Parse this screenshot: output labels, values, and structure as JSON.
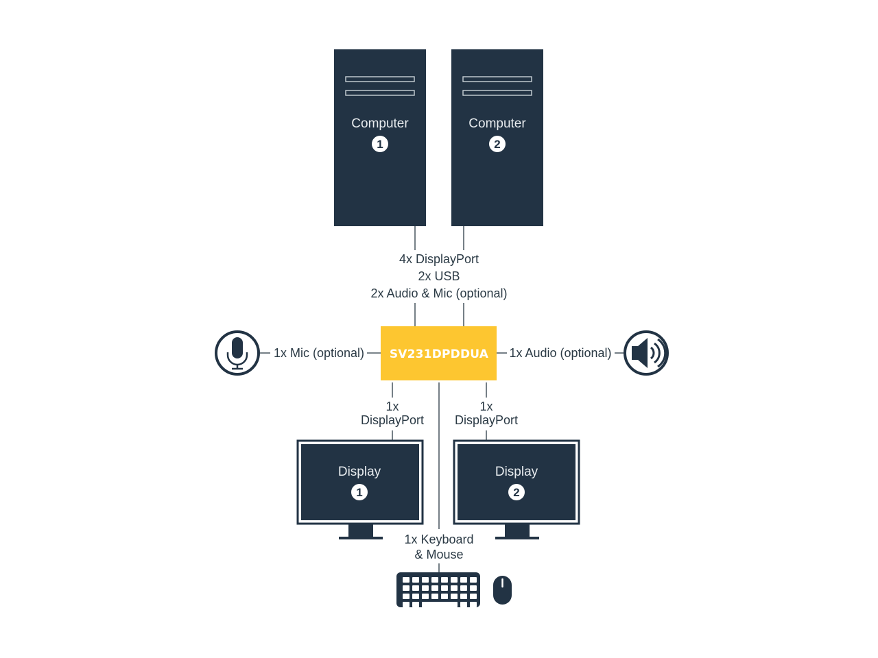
{
  "colors": {
    "navy": "#223344",
    "switch_yellow": "#fdc630",
    "line": "#2b3a45",
    "white": "#ffffff"
  },
  "computers": [
    {
      "label": "Computer",
      "number": "1"
    },
    {
      "label": "Computer",
      "number": "2"
    }
  ],
  "computer_links": {
    "line1": "4x DisplayPort",
    "line2": "2x USB",
    "line3": "2x Audio & Mic (optional)"
  },
  "kvm_switch": {
    "model": "SV231DPDDUA"
  },
  "mic": {
    "label": "1x Mic (optional)",
    "icon": "microphone-icon"
  },
  "audio": {
    "label": "1x Audio (optional)",
    "icon": "speaker-icon"
  },
  "display_links": [
    {
      "line1": "1x",
      "line2": "DisplayPort"
    },
    {
      "line1": "1x",
      "line2": "DisplayPort"
    }
  ],
  "displays": [
    {
      "label": "Display",
      "number": "1"
    },
    {
      "label": "Display",
      "number": "2"
    }
  ],
  "peripherals": {
    "line1": "1x Keyboard",
    "line2": "& Mouse",
    "keyboard_icon": "keyboard-icon",
    "mouse_icon": "mouse-icon"
  }
}
